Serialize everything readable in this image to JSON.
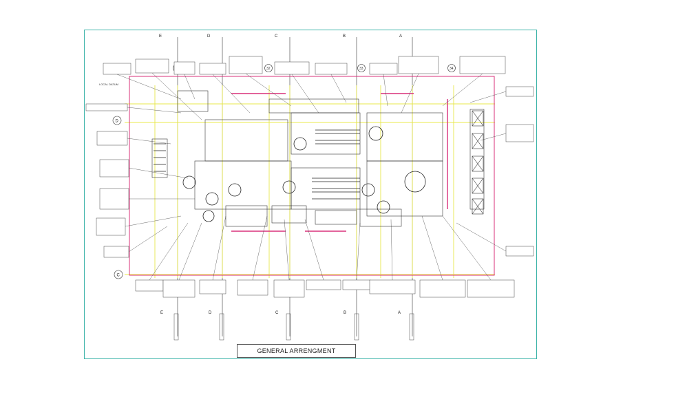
{
  "title_block": {
    "title": "GENERAL ARRENGMENT"
  },
  "drawing": {
    "local_datum_label": "LOCAL DATUM",
    "grid_letters_top": [
      "E",
      "D",
      "C",
      "B",
      "A"
    ],
    "grid_letters_bottom": [
      "E",
      "D",
      "C",
      "B",
      "A"
    ],
    "row_markers_left": [
      "D",
      "C"
    ],
    "column_numbers": [
      "31",
      "32",
      "33",
      "34"
    ]
  },
  "colors": {
    "frame_border": "#3bb3a8",
    "gridline_yellow": "#e8e84a",
    "boundary_magenta": "#d9307a",
    "linework": "#333333"
  }
}
